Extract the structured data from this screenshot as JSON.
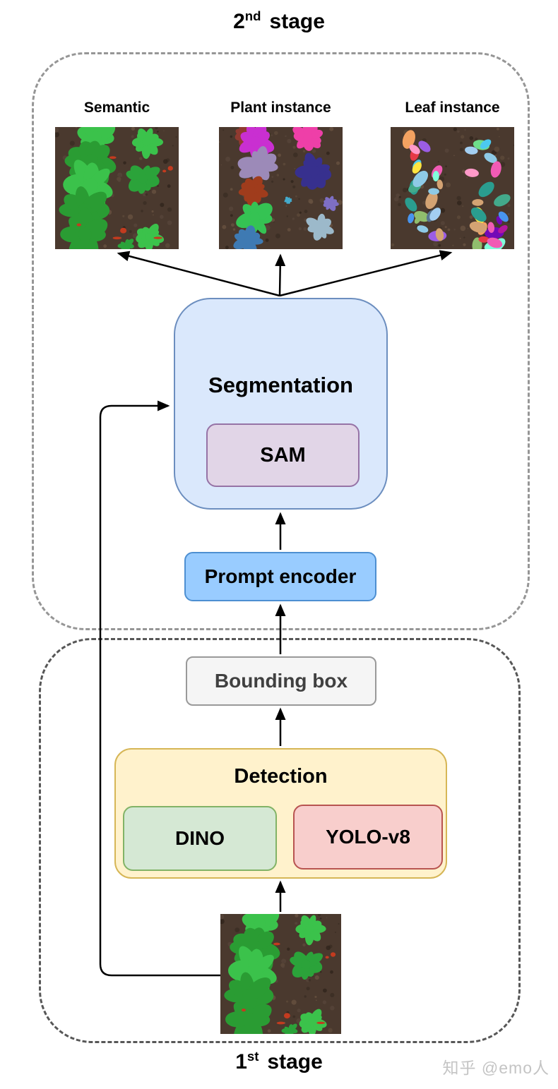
{
  "stage2": {
    "title": {
      "num": "2",
      "sup": "nd",
      "word": "stage"
    },
    "outputs": [
      {
        "label": "Semantic",
        "image": "semantic-segmentation-field"
      },
      {
        "label": "Plant instance",
        "image": "plant-instance-segmentation-field"
      },
      {
        "label": "Leaf instance",
        "image": "leaf-instance-segmentation-field"
      }
    ],
    "segmentation": {
      "label": "Segmentation",
      "sam_label": "SAM"
    },
    "prompt_encoder_label": "Prompt encoder"
  },
  "stage1": {
    "title": {
      "num": "1",
      "sup": "st",
      "word": "stage"
    },
    "bounding_box_label": "Bounding box",
    "detection": {
      "label": "Detection",
      "dino_label": "DINO",
      "yolo_label": "YOLO-v8"
    },
    "input_image": "crop-field-photo"
  },
  "watermark": {
    "text": "知乎 @emo人"
  },
  "colors": {
    "stage2_dash": "#969696",
    "stage1_dash": "#575757",
    "segmentation_fill": "#dae8fc",
    "segmentation_border": "#6c8ebf",
    "sam_fill": "#e1d5e7",
    "sam_border": "#9673a6",
    "prompt_encoder_fill": "#99ccff",
    "prompt_encoder_border": "#4d8fd1",
    "bounding_box_fill": "#f5f5f5",
    "bounding_box_border": "#999999",
    "bounding_box_text": "#404040",
    "detection_fill": "#fff2cc",
    "detection_border": "#d6b656",
    "dino_fill": "#d5e8d4",
    "dino_border": "#82b366",
    "yolo_fill": "#f8cecc",
    "yolo_border": "#b85450",
    "arrow": "#000000",
    "soil": "#4a392e",
    "watermark_text": "#c4c4c4"
  }
}
